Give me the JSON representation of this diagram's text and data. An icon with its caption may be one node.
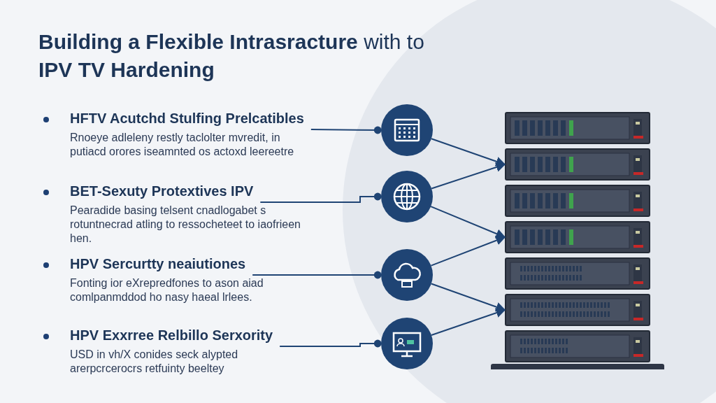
{
  "diagram": {
    "title": "**Building a Flexible Intrasracture** with to **IPV TV Hardening**",
    "nodes": [
      {
        "text": [
          "HFTV Acutchd Stulfing Prelcatibles",
          "Rnoeye adleleny restly taclolter mvredit, in putiacd orores iseamnted os actoxd leereetre"
        ]
      },
      {
        "text": [
          "BET-Sexuty Protextives IPV",
          "Pearadide basing telsent cnadlogabet s rotuntnecrad atling to ressocheteet to iaofrieen hen."
        ]
      },
      {
        "text": [
          "HPV Sercurtty neaiutiones",
          "Fonting ior eXrepredfones to ason aiad comlpanmddod ho nasy haeal lrlees."
        ]
      },
      {
        "text": [
          "HPV Exxrree Relbillo Serxority",
          "USD in vh/X conides seck alypted arerpcrcerocrs retfuinty beeltey"
        ]
      },
      {
        "text": [],
        "shape": "circle"
      },
      {
        "text": [],
        "shape": "circle"
      },
      {
        "text": [],
        "shape": "circle"
      },
      {
        "text": [],
        "shape": "circle"
      },
      {
        "text": [],
        "shape": "box"
      },
      {
        "text": [],
        "shape": "box"
      },
      {
        "text": [],
        "shape": "box"
      },
      {
        "text": [],
        "shape": "box"
      },
      {
        "text": [],
        "shape": "box"
      },
      {
        "text": [],
        "shape": "box"
      },
      {
        "text": [],
        "shape": "box"
      }
    ],
    "edges": [
      {
        "from": 0,
        "to": 4,
        "arrow": "other"
      },
      {
        "from": 1,
        "to": 5,
        "arrow": "other"
      },
      {
        "from": 2,
        "to": 6,
        "arrow": "other"
      },
      {
        "from": 3,
        "to": 7,
        "arrow": "other"
      },
      {
        "from": 4,
        "to": 9,
        "arrow": "to"
      },
      {
        "from": 5,
        "to": 9,
        "arrow": "to"
      },
      {
        "from": 5,
        "to": 11,
        "arrow": "to"
      },
      {
        "from": 6,
        "to": 11,
        "arrow": "to"
      },
      {
        "from": 6,
        "to": 13,
        "arrow": "to"
      },
      {
        "from": 7,
        "to": 13,
        "arrow": "to"
      }
    ]
  }
}
